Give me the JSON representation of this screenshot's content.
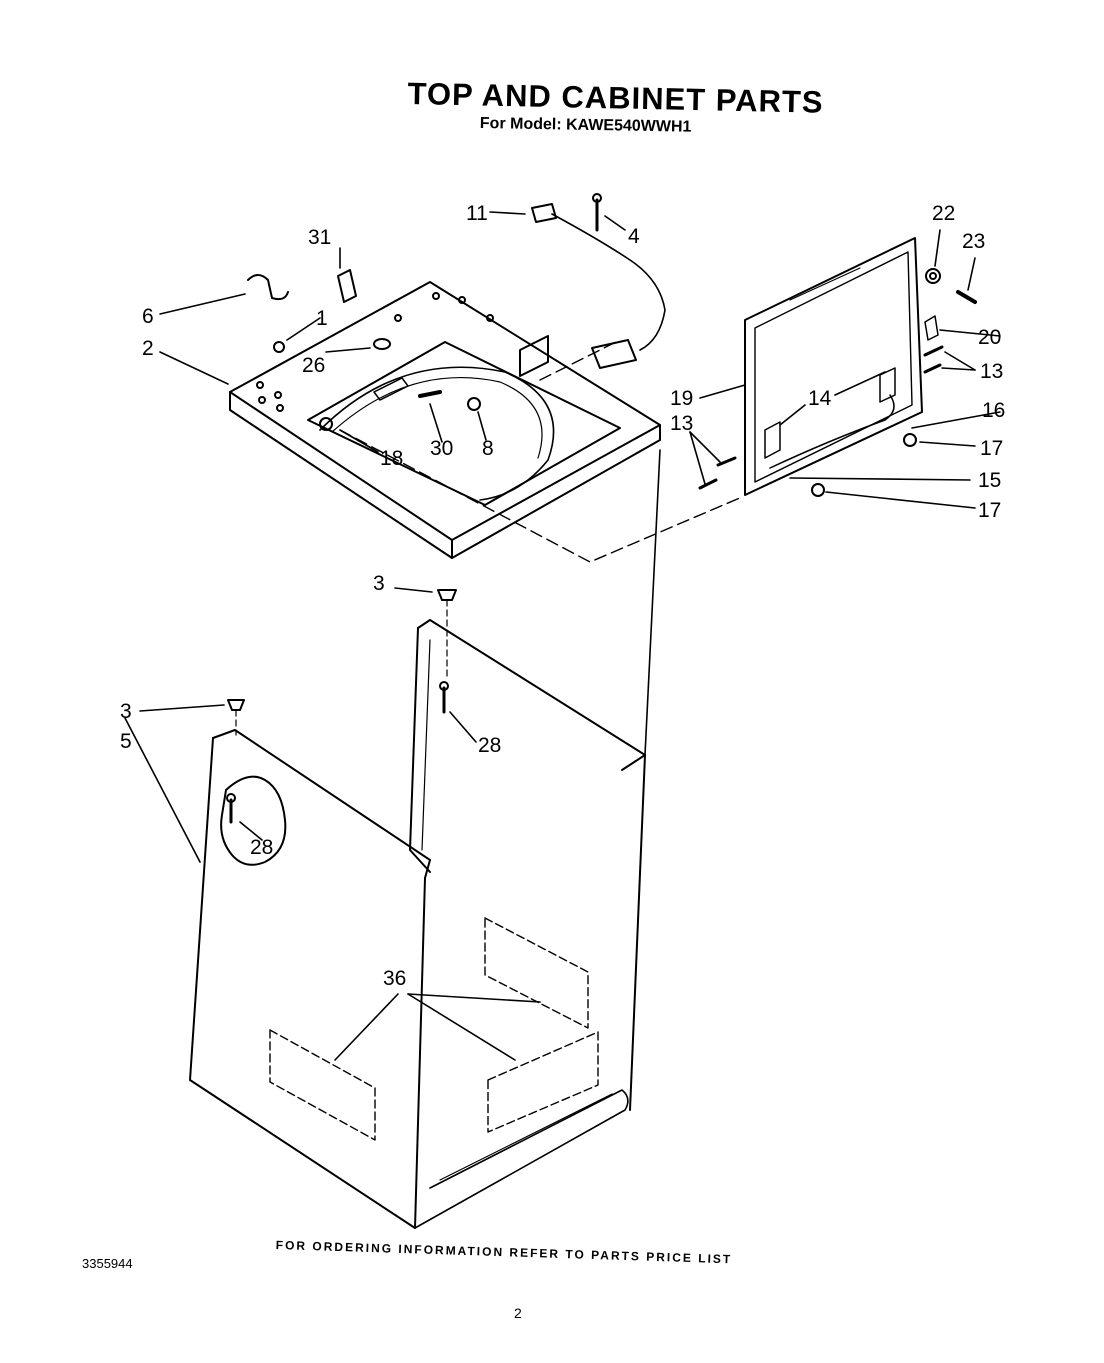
{
  "header": {
    "title": "TOP AND CABINET PARTS",
    "subtitle": "For Model: KAWE540WWH1"
  },
  "footer": {
    "note": "FOR ORDERING INFORMATION REFER TO PARTS PRICE LIST",
    "doc_number": "3355944",
    "page_number": "2"
  },
  "callouts": {
    "c1": "1",
    "c2": "2",
    "c3a": "3",
    "c3b": "3",
    "c4": "4",
    "c5": "5",
    "c6": "6",
    "c8": "8",
    "c11": "11",
    "c13a": "13",
    "c13b": "13",
    "c14": "14",
    "c15": "15",
    "c16": "16",
    "c17a": "17",
    "c17b": "17",
    "c18": "18",
    "c19": "19",
    "c20": "20",
    "c22": "22",
    "c23": "23",
    "c26": "26",
    "c28a": "28",
    "c28b": "28",
    "c30": "30",
    "c31": "31",
    "c36": "36"
  }
}
